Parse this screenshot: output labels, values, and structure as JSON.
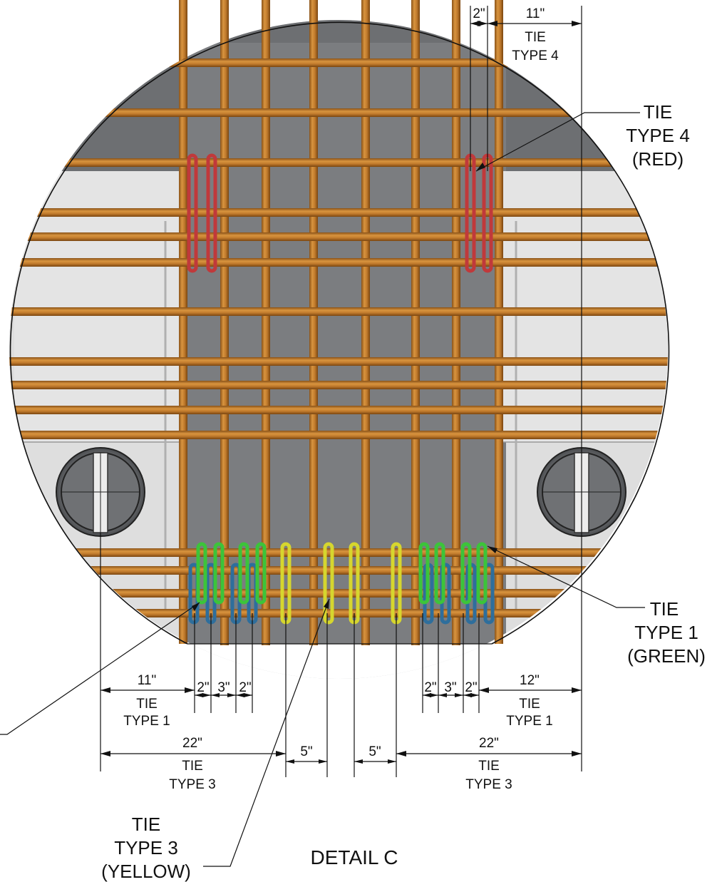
{
  "title": "DETAIL C",
  "ties": {
    "type4_red": [
      "TIE",
      "TYPE 4",
      "(RED)"
    ],
    "type1_green": [
      "TIE",
      "TYPE 1",
      "(GREEN)"
    ],
    "type3_yellow": [
      "TIE",
      "TYPE 3",
      "(YELLOW)"
    ]
  },
  "dims": {
    "top_2": "2\"",
    "top_11": "11\"",
    "top_tie": "TIE",
    "top_type": "TYPE 4",
    "left_11": "11\"",
    "left_11_tie": "TIE",
    "left_11_type": "TYPE 1",
    "left_2a": "2\"",
    "left_3": "3\"",
    "left_2b": "2\"",
    "left_22": "22\"",
    "left_22_tie": "TIE",
    "left_22_type": "TYPE 3",
    "mid_5a": "5\"",
    "mid_5b": "5\"",
    "right_2a": "2\"",
    "right_3": "3\"",
    "right_2b": "2\"",
    "right_12": "12\"",
    "right_12_tie": "TIE",
    "right_12_type": "TYPE 1",
    "right_22": "22\"",
    "right_22_tie": "TIE",
    "right_22_type": "TYPE 3"
  },
  "colors": {
    "rebar": "#c07a2c",
    "red_tie": "#c0393b",
    "green_tie": "#3cc43a",
    "blue_tie": "#2e6e9c",
    "yellow_tie": "#d6d62e",
    "concrete_dark": "#7b7d80",
    "concrete_light": "#dedede"
  }
}
